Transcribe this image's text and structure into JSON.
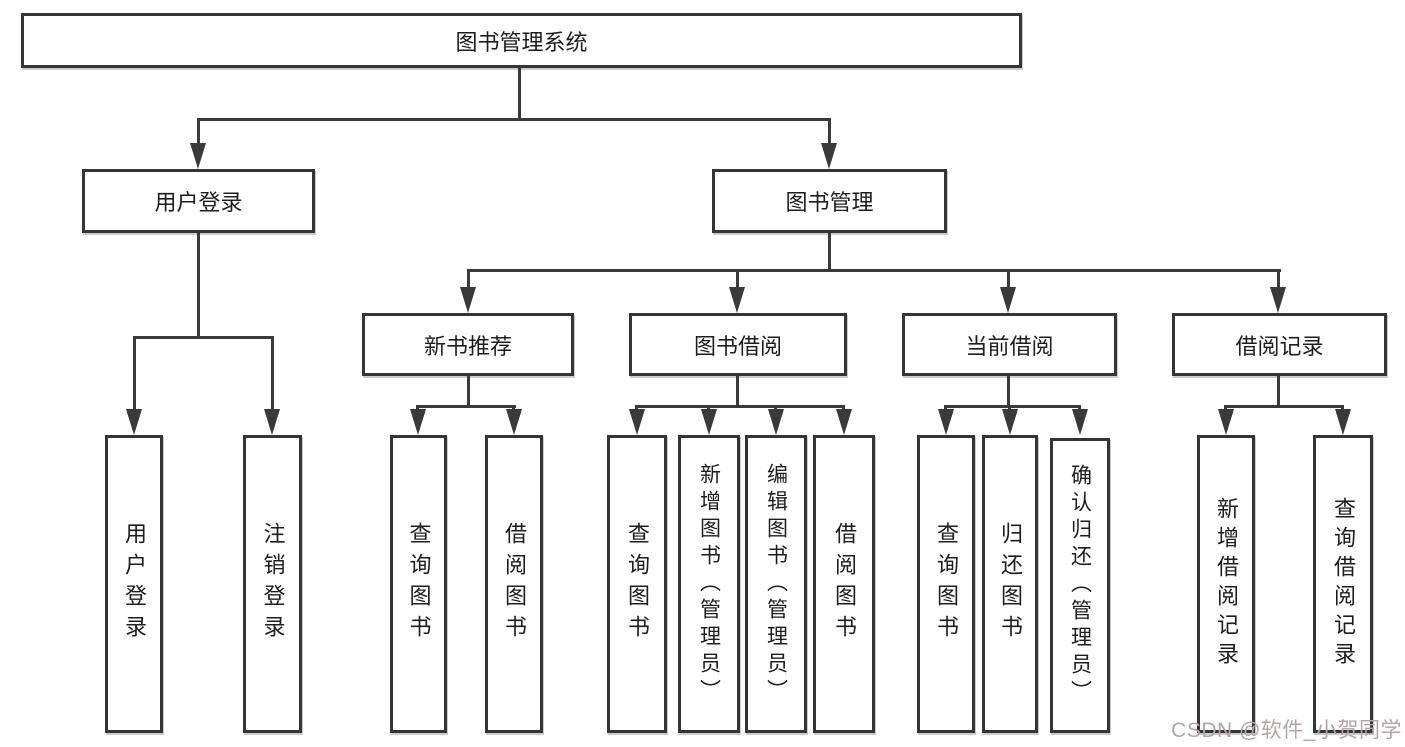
{
  "diagram": {
    "type": "hierarchy-diagram",
    "title": "图书管理系统",
    "tree": {
      "label": "图书管理系统",
      "children": [
        {
          "label": "用户登录",
          "children": [
            {
              "label": "用户登录"
            },
            {
              "label": "注销登录"
            }
          ]
        },
        {
          "label": "图书管理",
          "children": [
            {
              "label": "新书推荐",
              "children": [
                {
                  "label": "查询图书"
                },
                {
                  "label": "借阅图书"
                }
              ]
            },
            {
              "label": "图书借阅",
              "children": [
                {
                  "label": "查询图书"
                },
                {
                  "label": "新增图书（管理员）"
                },
                {
                  "label": "编辑图书（管理员）"
                },
                {
                  "label": "借阅图书"
                }
              ]
            },
            {
              "label": "当前借阅",
              "children": [
                {
                  "label": "查询图书"
                },
                {
                  "label": "归还图书"
                },
                {
                  "label": "确认归还（管理员）"
                }
              ]
            },
            {
              "label": "借阅记录",
              "children": [
                {
                  "label": "新增借阅记录"
                },
                {
                  "label": "查询借阅记录"
                }
              ]
            }
          ]
        }
      ]
    },
    "colors": {
      "box_border": "#353535",
      "connector_line": "#3a3a3a",
      "text": "#1d1d1d",
      "background": "#ffffff"
    }
  },
  "watermark": {
    "text": "CSDN @软件_小贺同学",
    "color": "#b5a3a6"
  }
}
